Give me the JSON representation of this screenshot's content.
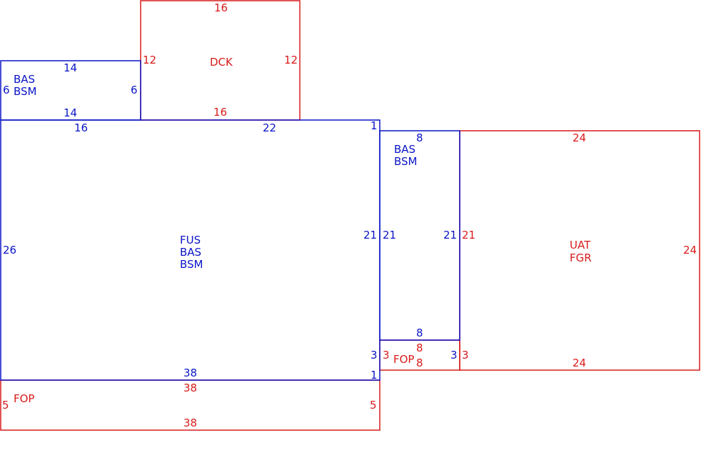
{
  "colors": {
    "blue": "#0b15c6",
    "red": "#d81b1b"
  },
  "areas": [
    {
      "id": "main",
      "codes": [
        "FUS",
        "BAS",
        "BSM"
      ],
      "color": "blue"
    },
    {
      "id": "bas-tl",
      "codes": [
        "BAS",
        "BSM"
      ],
      "color": "blue"
    },
    {
      "id": "dck",
      "codes": [
        "DCK"
      ],
      "color": "red"
    },
    {
      "id": "bas-r",
      "codes": [
        "BAS",
        "BSM"
      ],
      "color": "blue"
    },
    {
      "id": "uat",
      "codes": [
        "UAT",
        "FGR"
      ],
      "color": "red"
    },
    {
      "id": "fop-b",
      "codes": [
        "FOP"
      ],
      "color": "red"
    },
    {
      "id": "fop-s",
      "codes": [
        "FOP"
      ],
      "color": "red"
    }
  ],
  "dimensions": [
    {
      "id": "main-left",
      "value": "26",
      "color": "blue"
    },
    {
      "id": "main-top-a",
      "value": "16",
      "color": "blue"
    },
    {
      "id": "main-top-b",
      "value": "22",
      "color": "blue"
    },
    {
      "id": "main-top-step",
      "value": "1",
      "color": "blue"
    },
    {
      "id": "main-right",
      "value": "21",
      "color": "blue"
    },
    {
      "id": "main-right-low",
      "value": "3",
      "color": "blue"
    },
    {
      "id": "main-bottom-step",
      "value": "1",
      "color": "blue"
    },
    {
      "id": "main-bottom",
      "value": "38",
      "color": "blue"
    },
    {
      "id": "bas-tl-top",
      "value": "14",
      "color": "blue"
    },
    {
      "id": "bas-tl-left",
      "value": "6",
      "color": "blue"
    },
    {
      "id": "bas-tl-right",
      "value": "6",
      "color": "blue"
    },
    {
      "id": "bas-tl-bottom",
      "value": "14",
      "color": "blue"
    },
    {
      "id": "dck-top",
      "value": "16",
      "color": "red"
    },
    {
      "id": "dck-left",
      "value": "12",
      "color": "red"
    },
    {
      "id": "dck-right",
      "value": "12",
      "color": "red"
    },
    {
      "id": "dck-bottom",
      "value": "16",
      "color": "red"
    },
    {
      "id": "bas-r-top",
      "value": "8",
      "color": "blue"
    },
    {
      "id": "bas-r-left",
      "value": "21",
      "color": "blue"
    },
    {
      "id": "bas-r-right",
      "value": "21",
      "color": "blue"
    },
    {
      "id": "bas-r-bottom",
      "value": "8",
      "color": "blue"
    },
    {
      "id": "uat-top",
      "value": "24",
      "color": "red"
    },
    {
      "id": "uat-left",
      "value": "21",
      "color": "red"
    },
    {
      "id": "uat-right",
      "value": "24",
      "color": "red"
    },
    {
      "id": "uat-bottom",
      "value": "24",
      "color": "red"
    },
    {
      "id": "fop-s-top",
      "value": "8",
      "color": "red"
    },
    {
      "id": "fop-s-left",
      "value": "3",
      "color": "red"
    },
    {
      "id": "fop-s-right",
      "value": "3",
      "color": "blue"
    },
    {
      "id": "fop-s-right-b",
      "value": "3",
      "color": "red"
    },
    {
      "id": "fop-s-bottom",
      "value": "8",
      "color": "red"
    },
    {
      "id": "fop-b-top",
      "value": "38",
      "color": "red"
    },
    {
      "id": "fop-b-left",
      "value": "5",
      "color": "red"
    },
    {
      "id": "fop-b-right",
      "value": "5",
      "color": "red"
    },
    {
      "id": "fop-b-bottom",
      "value": "38",
      "color": "red"
    }
  ]
}
